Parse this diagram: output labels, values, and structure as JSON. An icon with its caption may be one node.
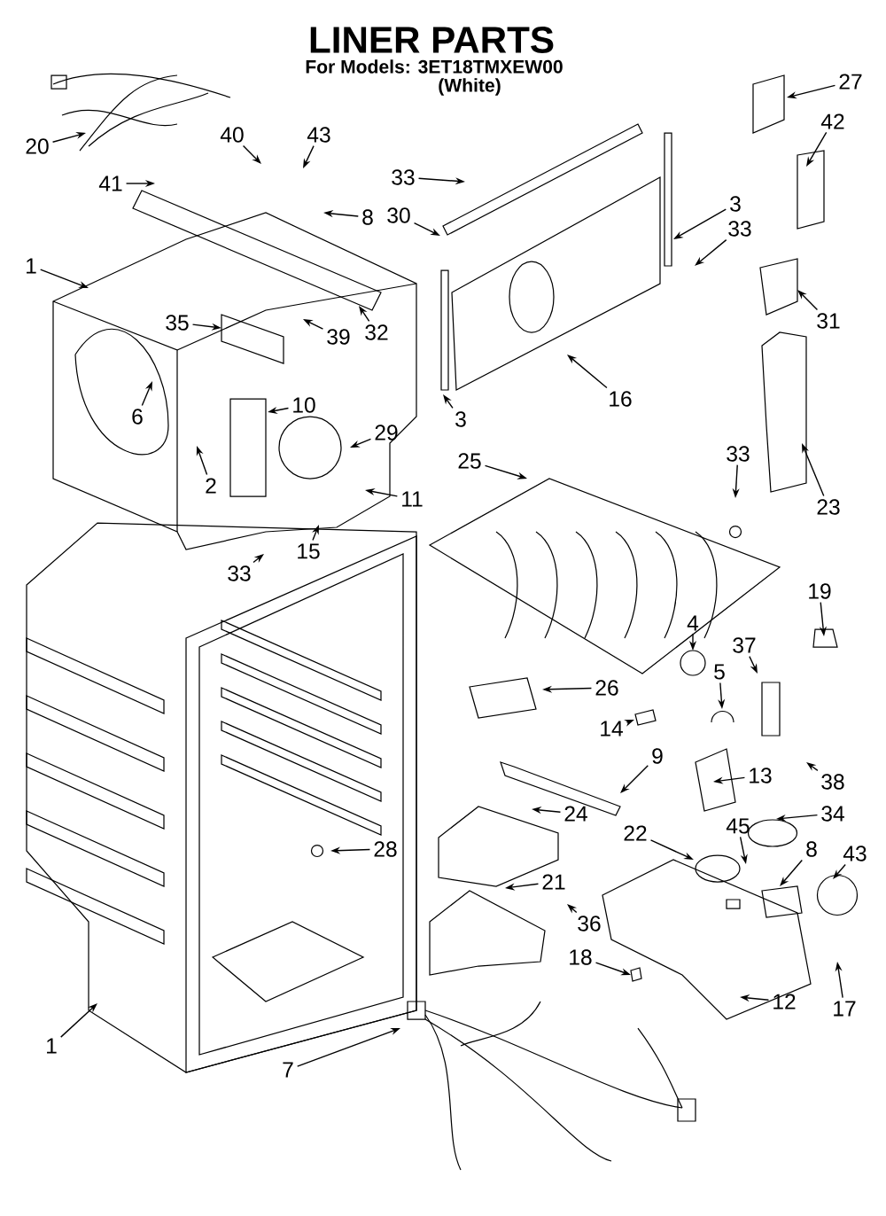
{
  "diagram": {
    "title": "LINER PARTS",
    "nodes": [
      {
        "text": [
          "20"
        ]
      },
      {
        "text": [
          "40"
        ]
      },
      {
        "text": [
          "43"
        ]
      },
      {
        "text": [
          "41"
        ]
      },
      {
        "text": [
          "8"
        ]
      },
      {
        "text": [
          "1"
        ]
      },
      {
        "text": [
          "35"
        ]
      },
      {
        "text": [
          "39"
        ]
      },
      {
        "text": [
          "32"
        ]
      },
      {
        "text": [
          "6"
        ]
      },
      {
        "text": [
          "10"
        ]
      },
      {
        "text": [
          "29"
        ]
      },
      {
        "text": [
          "2"
        ]
      },
      {
        "text": [
          "11"
        ]
      },
      {
        "text": [
          "15"
        ]
      },
      {
        "text": [
          "33"
        ]
      },
      {
        "text": [
          "33"
        ]
      },
      {
        "text": [
          "30"
        ]
      },
      {
        "text": [
          "3"
        ]
      },
      {
        "text": [
          "16"
        ]
      },
      {
        "text": [
          "27"
        ]
      },
      {
        "text": [
          "42"
        ]
      },
      {
        "text": [
          "3"
        ]
      },
      {
        "text": [
          "33"
        ]
      },
      {
        "text": [
          "31"
        ]
      },
      {
        "text": [
          "23"
        ]
      },
      {
        "text": [
          "25"
        ]
      },
      {
        "text": [
          "33"
        ]
      },
      {
        "text": [
          "19"
        ]
      },
      {
        "text": [
          "4"
        ]
      },
      {
        "text": [
          "37"
        ]
      },
      {
        "text": [
          "5"
        ]
      },
      {
        "text": [
          "26"
        ]
      },
      {
        "text": [
          "14"
        ]
      },
      {
        "text": [
          "38"
        ]
      },
      {
        "text": [
          "9"
        ]
      },
      {
        "text": [
          "13"
        ]
      },
      {
        "text": [
          "24"
        ]
      },
      {
        "text": [
          "34"
        ]
      },
      {
        "text": [
          "22"
        ]
      },
      {
        "text": [
          "45"
        ]
      },
      {
        "text": [
          "8"
        ]
      },
      {
        "text": [
          "43"
        ]
      },
      {
        "text": [
          "28"
        ]
      },
      {
        "text": [
          "21"
        ]
      },
      {
        "text": [
          "36"
        ]
      },
      {
        "text": [
          "18"
        ]
      },
      {
        "text": [
          "12"
        ]
      },
      {
        "text": [
          "17"
        ]
      },
      {
        "text": [
          "1"
        ]
      },
      {
        "text": [
          "7"
        ]
      }
    ],
    "edges": [
      {
        "from": 0,
        "to": null,
        "arrow": "to"
      },
      {
        "from": 1,
        "to": null,
        "arrow": "to"
      },
      {
        "from": 2,
        "to": null,
        "arrow": "to"
      },
      {
        "from": 3,
        "to": null,
        "arrow": "to"
      },
      {
        "from": 4,
        "to": null,
        "arrow": "to"
      },
      {
        "from": 5,
        "to": null,
        "arrow": "to"
      },
      {
        "from": 6,
        "to": null,
        "arrow": "to"
      },
      {
        "from": 7,
        "to": null,
        "arrow": "to"
      },
      {
        "from": 8,
        "to": null,
        "arrow": "to"
      },
      {
        "from": 9,
        "to": null,
        "arrow": "to"
      },
      {
        "from": 10,
        "to": null,
        "arrow": "to"
      },
      {
        "from": 11,
        "to": null,
        "arrow": "to"
      },
      {
        "from": 12,
        "to": null,
        "arrow": "to"
      },
      {
        "from": 13,
        "to": null,
        "arrow": "to"
      },
      {
        "from": 14,
        "to": null,
        "arrow": "to"
      },
      {
        "from": 15,
        "to": null,
        "arrow": "to"
      },
      {
        "from": 16,
        "to": null,
        "arrow": "to"
      },
      {
        "from": 17,
        "to": null,
        "arrow": "to"
      },
      {
        "from": 18,
        "to": null,
        "arrow": "to"
      },
      {
        "from": 19,
        "to": null,
        "arrow": "to"
      },
      {
        "from": 20,
        "to": null,
        "arrow": "to"
      },
      {
        "from": 21,
        "to": null,
        "arrow": "to"
      },
      {
        "from": 22,
        "to": null,
        "arrow": "to"
      },
      {
        "from": 23,
        "to": null,
        "arrow": "to"
      },
      {
        "from": 24,
        "to": null,
        "arrow": "to"
      },
      {
        "from": 25,
        "to": null,
        "arrow": "to"
      },
      {
        "from": 26,
        "to": null,
        "arrow": "to"
      },
      {
        "from": 27,
        "to": null,
        "arrow": "to"
      },
      {
        "from": 28,
        "to": null,
        "arrow": "to"
      },
      {
        "from": 29,
        "to": null,
        "arrow": "to"
      },
      {
        "from": 30,
        "to": null,
        "arrow": "to"
      },
      {
        "from": 31,
        "to": null,
        "arrow": "to"
      },
      {
        "from": 32,
        "to": null,
        "arrow": "to"
      },
      {
        "from": 33,
        "to": null,
        "arrow": "to"
      },
      {
        "from": 34,
        "to": null,
        "arrow": "to"
      },
      {
        "from": 35,
        "to": null,
        "arrow": "to"
      },
      {
        "from": 36,
        "to": null,
        "arrow": "to"
      },
      {
        "from": 37,
        "to": null,
        "arrow": "to"
      },
      {
        "from": 38,
        "to": null,
        "arrow": "to"
      },
      {
        "from": 39,
        "to": null,
        "arrow": "to"
      },
      {
        "from": 40,
        "to": null,
        "arrow": "to"
      },
      {
        "from": 41,
        "to": null,
        "arrow": "to"
      },
      {
        "from": 42,
        "to": null,
        "arrow": "to"
      },
      {
        "from": 43,
        "to": null,
        "arrow": "to"
      },
      {
        "from": 44,
        "to": null,
        "arrow": "to"
      },
      {
        "from": 45,
        "to": null,
        "arrow": "to"
      },
      {
        "from": 46,
        "to": null,
        "arrow": "to"
      },
      {
        "from": 47,
        "to": null,
        "arrow": "to"
      },
      {
        "from": 48,
        "to": null,
        "arrow": "to"
      },
      {
        "from": 49,
        "to": null,
        "arrow": "to"
      },
      {
        "from": 50,
        "to": null,
        "arrow": "to"
      }
    ],
    "labels": [
      "For Models: 3ET18TMXEW00",
      "(White)"
    ]
  }
}
